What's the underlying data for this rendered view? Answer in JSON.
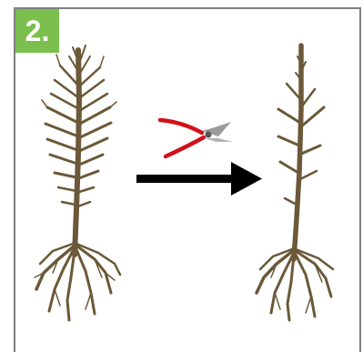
{
  "step": {
    "label": "2."
  },
  "icons": [
    "bare-root-tree-before-pruning",
    "pruning-shears-icon",
    "arrow-right-icon",
    "bare-root-tree-after-pruning"
  ],
  "colors": {
    "badge": "#7bbf4f",
    "border": "#808080",
    "wood": "#6b5838",
    "shear_handle": "#d0111b",
    "shear_blade": "#9a9a9a",
    "arrow": "#000000"
  }
}
